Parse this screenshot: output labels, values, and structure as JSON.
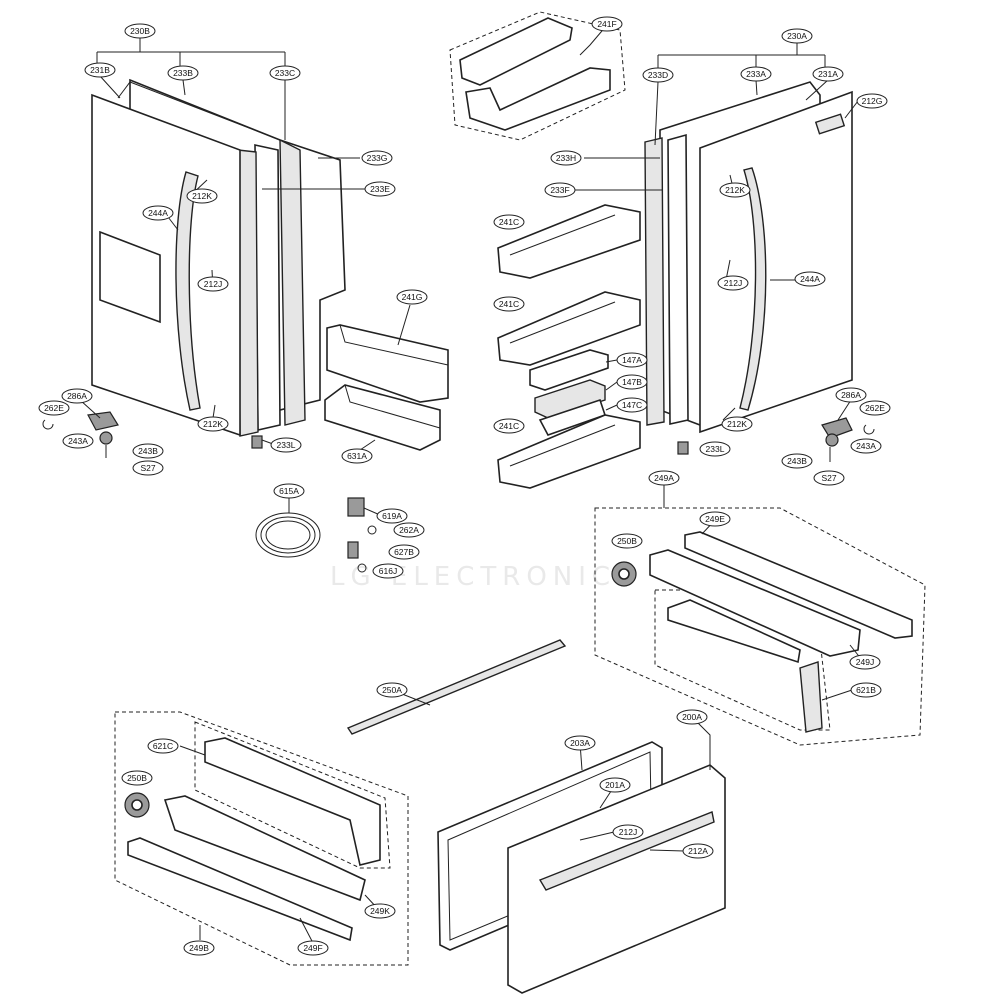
{
  "watermark": "LG ELECTRONICS",
  "callouts": {
    "c230B": "230B",
    "c231B": "231B",
    "c233B": "233B",
    "c233C": "233C",
    "c233G": "233G",
    "c233E": "233E",
    "c212K_l1": "212K",
    "c244A_l": "244A",
    "c212J_l": "212J",
    "c241G": "241G",
    "c286A_l": "286A",
    "c262E_l": "262E",
    "c243A_l": "243A",
    "c243B_l": "243B",
    "cS27_l": "S27",
    "c212K_l2": "212K",
    "c233L_l": "233L",
    "c631A": "631A",
    "c241F": "241F",
    "c230A": "230A",
    "c233D": "233D",
    "c233A": "233A",
    "c231A": "231A",
    "c212G": "212G",
    "c233H": "233H",
    "c233F": "233F",
    "c212K_r1": "212K",
    "c241C_1": "241C",
    "c241C_2": "241C",
    "c147A": "147A",
    "c147B": "147B",
    "c147C": "147C",
    "c241C_3": "241C",
    "c212J_r": "212J",
    "c244A_r": "244A",
    "c286A_r": "286A",
    "c262E_r": "262E",
    "c243A_r": "243A",
    "c243B_r": "243B",
    "cS27_r": "S27",
    "c212K_r2": "212K",
    "c233L_r": "233L",
    "c615A": "615A",
    "c619A": "619A",
    "c262A": "262A",
    "c627B": "627B",
    "c616J": "616J",
    "c249A": "249A",
    "c250B_r": "250B",
    "c249E": "249E",
    "c249J": "249J",
    "c621B": "621B",
    "c250A": "250A",
    "c200A": "200A",
    "c203A": "203A",
    "c201A": "201A",
    "c212J_b": "212J",
    "c212A": "212A",
    "c621C": "621C",
    "c250B_l": "250B",
    "c249K": "249K",
    "c249B": "249B",
    "c249F": "249F"
  }
}
